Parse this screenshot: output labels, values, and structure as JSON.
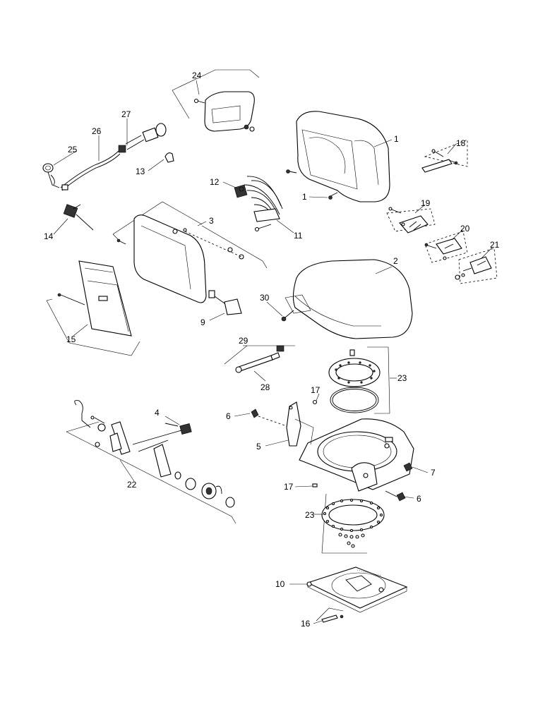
{
  "diagram": {
    "callouts": [
      {
        "id": "c1a",
        "text": "1"
      },
      {
        "id": "c1b",
        "text": "1"
      },
      {
        "id": "c2",
        "text": "2"
      },
      {
        "id": "c3",
        "text": "3"
      },
      {
        "id": "c4",
        "text": "4"
      },
      {
        "id": "c5",
        "text": "5"
      },
      {
        "id": "c6a",
        "text": "6"
      },
      {
        "id": "c6b",
        "text": "6"
      },
      {
        "id": "c7",
        "text": "7"
      },
      {
        "id": "c9",
        "text": "9"
      },
      {
        "id": "c10",
        "text": "10"
      },
      {
        "id": "c11",
        "text": "11"
      },
      {
        "id": "c12",
        "text": "12"
      },
      {
        "id": "c13",
        "text": "13"
      },
      {
        "id": "c14",
        "text": "14"
      },
      {
        "id": "c15",
        "text": "15"
      },
      {
        "id": "c16",
        "text": "16"
      },
      {
        "id": "c17a",
        "text": "17"
      },
      {
        "id": "c17b",
        "text": "17"
      },
      {
        "id": "c18",
        "text": "18"
      },
      {
        "id": "c19",
        "text": "19"
      },
      {
        "id": "c20",
        "text": "20"
      },
      {
        "id": "c21",
        "text": "21"
      },
      {
        "id": "c22",
        "text": "22"
      },
      {
        "id": "c23a",
        "text": "23"
      },
      {
        "id": "c23b",
        "text": "23"
      },
      {
        "id": "c24",
        "text": "24"
      },
      {
        "id": "c25",
        "text": "25"
      },
      {
        "id": "c26",
        "text": "26"
      },
      {
        "id": "c27",
        "text": "27"
      },
      {
        "id": "c28",
        "text": "28"
      },
      {
        "id": "c29",
        "text": "29"
      },
      {
        "id": "c30",
        "text": "30"
      }
    ]
  }
}
